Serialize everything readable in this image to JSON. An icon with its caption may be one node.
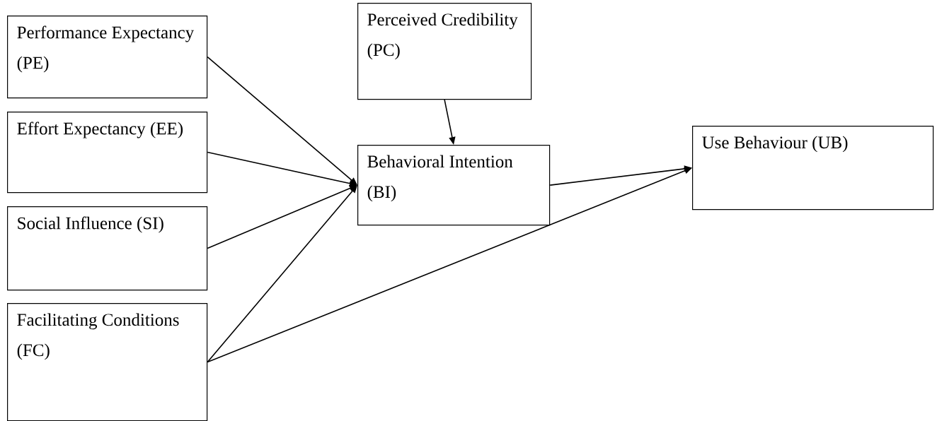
{
  "diagram": {
    "nodes": [
      {
        "text": [
          "Performance Expectancy (PE)"
        ]
      },
      {
        "text": [
          "Effort Expectancy (EE)"
        ]
      },
      {
        "text": [
          "Social Influence (SI)"
        ]
      },
      {
        "text": [
          "Facilitating Conditions (FC)"
        ]
      },
      {
        "text": [
          "Perceived Credibility (PC)"
        ]
      },
      {
        "text": [
          "Behavioral Intention (BI)"
        ]
      },
      {
        "text": [
          "Use Behaviour (UB)"
        ]
      }
    ],
    "edges": [
      {
        "from": 0,
        "to": 5,
        "arrow": "to"
      },
      {
        "from": 1,
        "to": 5,
        "arrow": "to"
      },
      {
        "from": 2,
        "to": 5,
        "arrow": "to"
      },
      {
        "from": 3,
        "to": 5,
        "arrow": "to"
      },
      {
        "from": 4,
        "to": 5,
        "arrow": "to"
      },
      {
        "from": 5,
        "to": 6,
        "arrow": "to"
      },
      {
        "from": 3,
        "to": 6,
        "arrow": "to"
      }
    ]
  }
}
